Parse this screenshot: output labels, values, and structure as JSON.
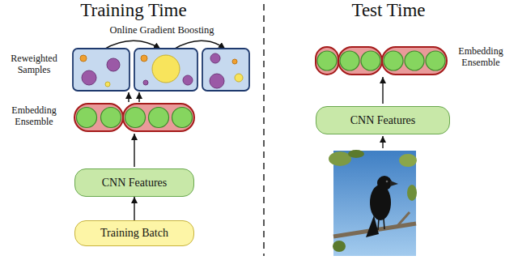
{
  "diagram": {
    "nodes": [
      {
        "text": [
          "CNN Features"
        ]
      },
      {
        "text": [
          "Training Batch"
        ]
      },
      {
        "text": [
          "CNN Features"
        ]
      }
    ],
    "edges": [
      {
        "from": 1,
        "to": 0,
        "arrow": "to"
      }
    ],
    "labels": [
      "Training Time",
      "Test Time",
      "Online Gradient Boosting",
      "Reweighted Samples",
      "Embedding Ensemble",
      "Embedding Ensemble"
    ]
  }
}
